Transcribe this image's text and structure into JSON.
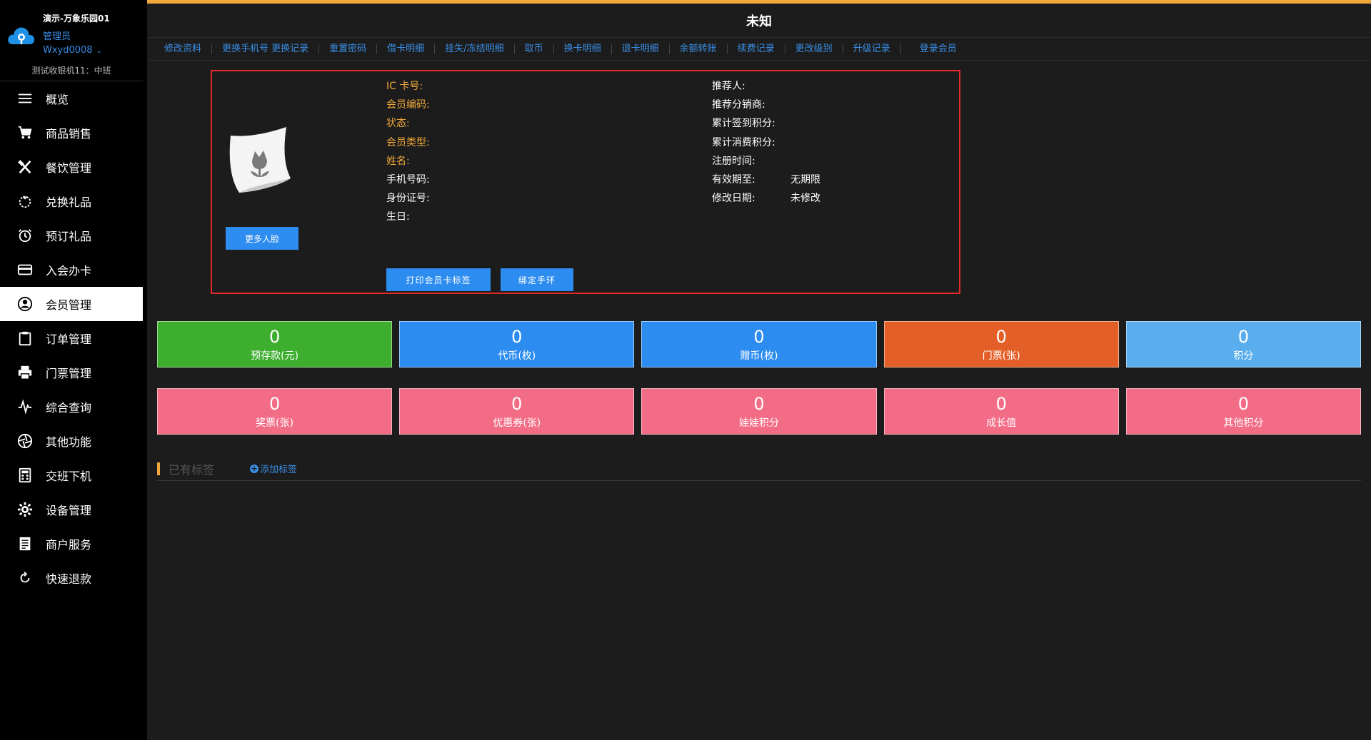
{
  "brand": {
    "store": "演示-万象乐园01",
    "role": "管理员",
    "user": "Wxyd0008",
    "device": "测试收银机11：中班"
  },
  "sidebar": {
    "items": [
      {
        "label": "概览",
        "icon": "menu-icon"
      },
      {
        "label": "商品销售",
        "icon": "cart-icon"
      },
      {
        "label": "餐饮管理",
        "icon": "fork-knife-icon"
      },
      {
        "label": "兑换礼品",
        "icon": "gift-icon"
      },
      {
        "label": "预订礼品",
        "icon": "alarm-clock-icon"
      },
      {
        "label": "入会办卡",
        "icon": "card-icon"
      },
      {
        "label": "会员管理",
        "icon": "user-circle-icon",
        "active": true
      },
      {
        "label": "订单管理",
        "icon": "clipboard-icon"
      },
      {
        "label": "门票管理",
        "icon": "printer-icon"
      },
      {
        "label": "综合查询",
        "icon": "pulse-icon"
      },
      {
        "label": "其他功能",
        "icon": "aperture-icon"
      },
      {
        "label": "交班下机",
        "icon": "calculator-icon"
      },
      {
        "label": "设备管理",
        "icon": "gear-icon"
      },
      {
        "label": "商户服务",
        "icon": "document-icon"
      },
      {
        "label": "快速退款",
        "icon": "refresh-icon"
      }
    ]
  },
  "header": {
    "title": "未知",
    "accent": "#f2a93b"
  },
  "tabs": [
    "修改资料",
    "更换手机号 更换记录",
    "重置密码",
    "借卡明细",
    "挂失/冻结明细",
    "取币",
    "换卡明细",
    "退卡明细",
    "余额转账",
    "续费记录",
    "更改级别",
    "升级记录",
    "登录会员"
  ],
  "member": {
    "more_faces": "更多人脸",
    "print_label": "打印会员卡标签",
    "bind_band": "绑定手环",
    "left_fields": [
      {
        "label": "IC 卡号:",
        "value": ""
      },
      {
        "label": "会员编码:",
        "value": ""
      },
      {
        "label": "状态:",
        "value": ""
      },
      {
        "label": "会员类型:",
        "value": ""
      },
      {
        "label": "姓名:",
        "value": ""
      },
      {
        "label": "手机号码:",
        "value": ""
      },
      {
        "label": "身份证号:",
        "value": ""
      },
      {
        "label": "生日:",
        "value": ""
      }
    ],
    "right_fields": [
      {
        "label": "推荐人:",
        "value": ""
      },
      {
        "label": "推荐分销商:",
        "value": ""
      },
      {
        "label": "累计签到积分:",
        "value": ""
      },
      {
        "label": "累计消费积分:",
        "value": ""
      },
      {
        "label": "注册时间:",
        "value": ""
      },
      {
        "label": "有效期至:",
        "value": "无期限"
      },
      {
        "label": "修改日期:",
        "value": "未修改"
      }
    ]
  },
  "stats_row1": [
    {
      "value": "0",
      "label": "预存款(元)",
      "color": "#3eae2f"
    },
    {
      "value": "0",
      "label": "代币(枚)",
      "color": "#2d8cf0"
    },
    {
      "value": "0",
      "label": "赠币(枚)",
      "color": "#2d8cf0"
    },
    {
      "value": "0",
      "label": "门票(张)",
      "color": "#e35f27"
    },
    {
      "value": "0",
      "label": "积分",
      "color": "#5aaeed"
    }
  ],
  "stats_row2": [
    {
      "value": "0",
      "label": "奖票(张)",
      "color": "#f26c86"
    },
    {
      "value": "0",
      "label": "优惠券(张)",
      "color": "#f26c86"
    },
    {
      "value": "0",
      "label": "娃娃积分",
      "color": "#f26c86"
    },
    {
      "value": "0",
      "label": "成长值",
      "color": "#f26c86"
    },
    {
      "value": "0",
      "label": "其他积分",
      "color": "#f26c86"
    }
  ],
  "tags": {
    "title": "已有标签",
    "add": "添加标签"
  }
}
